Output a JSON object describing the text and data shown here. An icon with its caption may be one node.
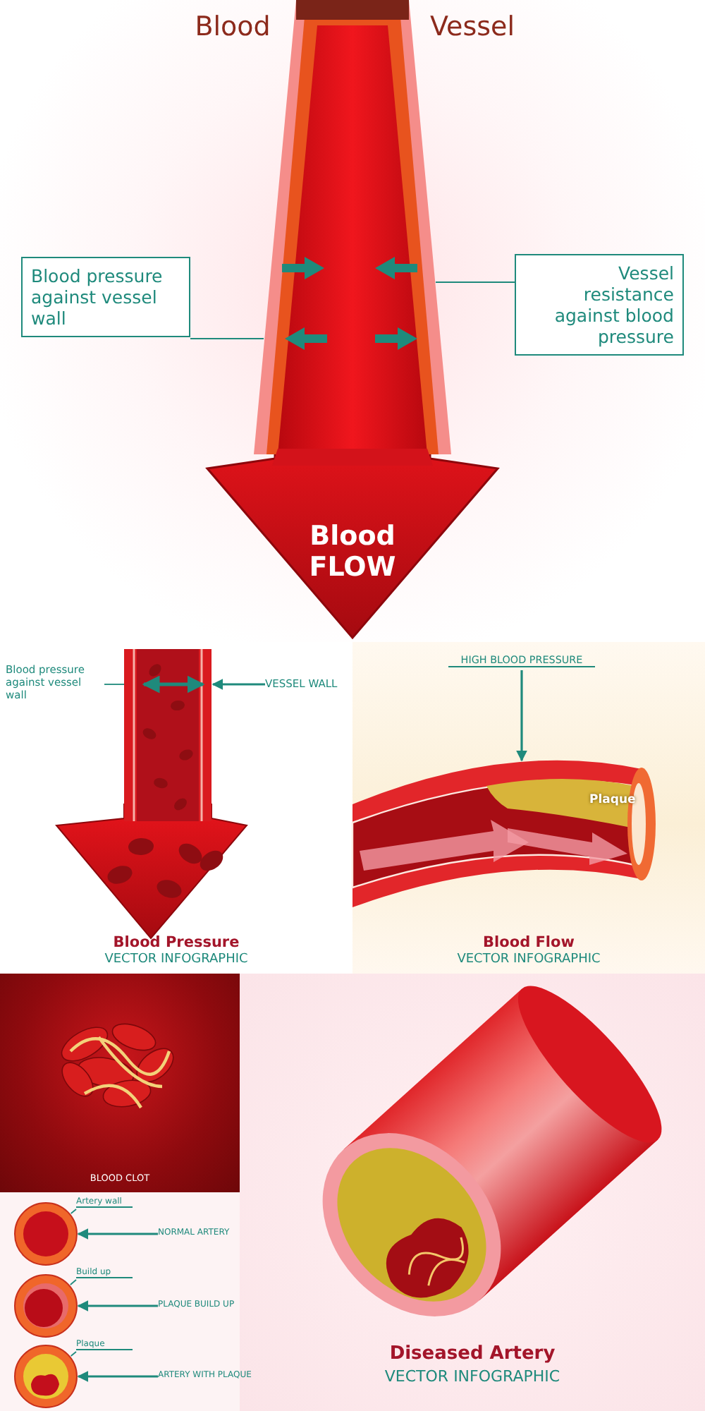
{
  "diagram": {
    "nodes": [
      {
        "text": [
          "Blood FLOW"
        ]
      },
      {
        "text": [
          "Blood pressure against vessel wall"
        ]
      },
      {
        "text": [
          "Vessel resistance against blood pressure"
        ]
      },
      {
        "text": [],
        "shape": "picture"
      },
      {
        "text": [
          "Blood pressure against vessel wall"
        ]
      },
      {
        "text": [
          "VESSEL WALL"
        ]
      },
      {
        "text": [
          "HIGH BLOOD PRESSURE"
        ]
      },
      {
        "text": [],
        "shape": "picture"
      },
      {
        "text": [],
        "shape": "circle"
      },
      {
        "text": [
          "Artery wall"
        ]
      },
      {
        "text": [
          "NORMAL ARTERY"
        ]
      },
      {
        "text": [],
        "shape": "circle"
      },
      {
        "text": [
          "Build up"
        ]
      },
      {
        "text": [
          "PLAQUE BUILD UP"
        ]
      },
      {
        "text": [],
        "shape": "circle"
      },
      {
        "text": [
          "Plaque"
        ]
      },
      {
        "text": [
          "ARTERY WITH PLAQUE"
        ]
      }
    ],
    "edges": [
      {
        "from": 1,
        "to": 0,
        "arrow": "none"
      },
      {
        "from": 2,
        "to": 0,
        "arrow": "none"
      },
      {
        "from": 4,
        "to": 3,
        "arrow": "none"
      },
      {
        "from": 5,
        "to": 3,
        "arrow": "to"
      },
      {
        "from": 6,
        "to": 7,
        "arrow": "to"
      },
      {
        "from": 9,
        "to": 8,
        "arrow": "none"
      },
      {
        "from": 10,
        "to": 8,
        "arrow": "to"
      },
      {
        "from": 12,
        "to": 11,
        "arrow": "none"
      },
      {
        "from": 13,
        "to": 11,
        "arrow": "to"
      },
      {
        "from": 15,
        "to": 14,
        "arrow": "none"
      },
      {
        "from": 16,
        "to": 14,
        "arrow": "to"
      }
    ],
    "labels": [
      "Blood",
      "Vessel",
      "Blood Pressure",
      "VECTOR INFOGRAPHIC",
      "Plaque",
      "Blood Flow",
      "VECTOR INFOGRAPHIC",
      "BLOOD CLOT",
      "Diseased Artery",
      "VECTOR INFOGRAPHIC"
    ]
  }
}
